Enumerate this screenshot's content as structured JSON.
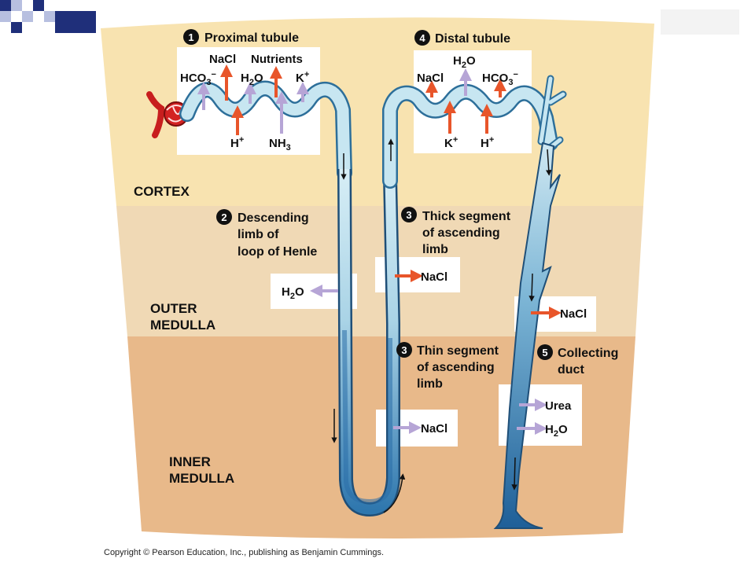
{
  "zones": {
    "cortex": "CORTEX",
    "outer_1": "OUTER",
    "outer_2": "MEDULLA",
    "inner_1": "INNER",
    "inner_2": "MEDULLA"
  },
  "sections": {
    "s1": {
      "num": "1",
      "label": "Proximal tubule"
    },
    "s2": {
      "num": "2",
      "l1": "Descending",
      "l2": "limb of",
      "l3": "loop of Henle"
    },
    "s3a": {
      "num": "3",
      "l1": "Thick segment",
      "l2": "of ascending",
      "l3": "limb"
    },
    "s3b": {
      "num": "3",
      "l1": "Thin segment",
      "l2": "of ascending",
      "l3": "limb"
    },
    "s4": {
      "num": "4",
      "label": "Distal tubule"
    },
    "s5": {
      "num": "5",
      "l1": "Collecting",
      "l2": "duct"
    }
  },
  "chem": {
    "nacl": "NaCl",
    "nutrients": "Nutrients",
    "hco3": "HCO",
    "three": "3",
    "minus": "−",
    "h": "H",
    "plus": "+",
    "k": "K",
    "h2o_h": "H",
    "h2o_o": "O",
    "two": "2",
    "nh3": "NH",
    "urea": "Urea"
  },
  "copyright": "Copyright © Pearson Education, Inc., publishing as Benjamin Cummings.",
  "colors": {
    "cortex": "#f8e3b0",
    "outer": "#f0d9b5",
    "inner": "#e8b98a",
    "tubule": "#bfe0ec",
    "duct": "#3c86b8",
    "secrete": "#e8552a",
    "reabsorb": "#b6a5d6"
  }
}
